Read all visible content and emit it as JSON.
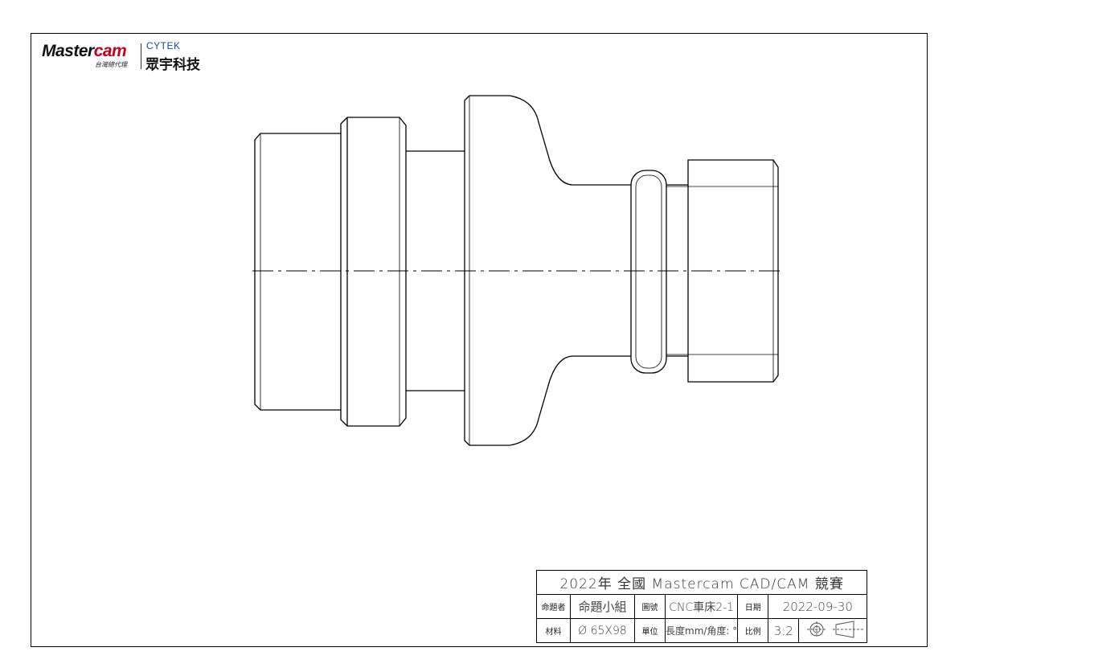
{
  "logo": {
    "brand_main": "Master",
    "brand_accent": "cam",
    "brand_sub": "台灣總代理",
    "partner": "CYTEK",
    "partner_cn": "眾宇科技",
    "accent_color": "#c4001a",
    "partner_color": "#1a4aa0"
  },
  "title_block": {
    "title": "2022年  全國  Mastercam  CAD/CAM  競賽",
    "author_label": "命題者",
    "author_value": "命題小組",
    "drawing_no_label": "圖號",
    "drawing_no_value": "CNC車床2-1",
    "date_label": "日期",
    "date_value": "2022-09-30",
    "material_label": "材料",
    "material_value": "Ø 65X98",
    "unit_label": "單位",
    "unit_value": "長度mm/角度: °",
    "scale_label": "比例",
    "scale_value": "3:2",
    "projection_symbol": "first-angle-projection-icon"
  }
}
